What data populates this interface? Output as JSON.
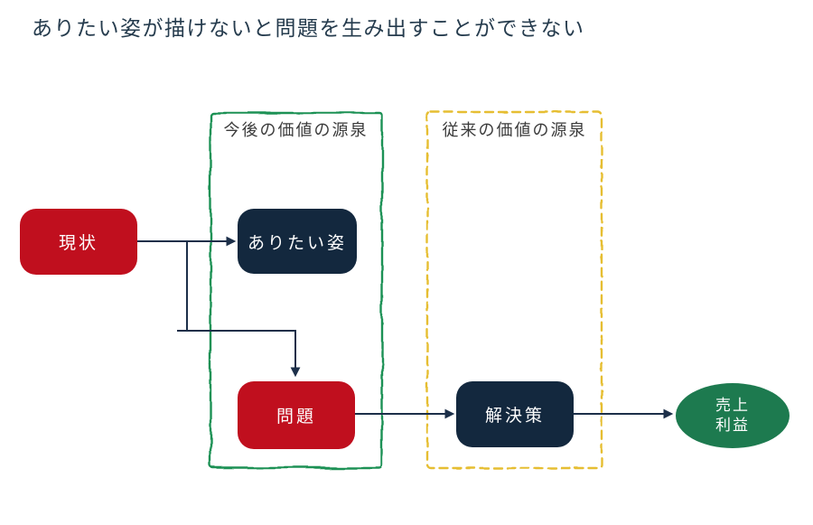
{
  "title": "ありたい姿が描けないと問題を生み出すことができない",
  "regions": {
    "future": {
      "label": "今後の価値の源泉",
      "border_color": "#1f9154",
      "border_style": "hand-drawn-solid"
    },
    "conventional": {
      "label": "従来の価値の源泉",
      "border_color": "#e6be33",
      "border_style": "dashed"
    }
  },
  "nodes": {
    "current_state": {
      "label": "現状",
      "fill": "#c00f1e",
      "shape": "rounded-rect"
    },
    "desired_state": {
      "label": "ありたい姿",
      "fill": "#13283e",
      "shape": "rounded-rect"
    },
    "problem": {
      "label": "問題",
      "fill": "#c00f1e",
      "shape": "rounded-rect"
    },
    "solution": {
      "label": "解決策",
      "fill": "#13283e",
      "shape": "rounded-rect"
    },
    "outcome": {
      "label_line1": "売上",
      "label_line2": "利益",
      "fill": "#1d7a4f",
      "shape": "ellipse"
    }
  },
  "edges": [
    {
      "from": "現状",
      "to": "ありたい姿"
    },
    {
      "from": "現状",
      "to": "問題"
    },
    {
      "from": "問題",
      "to": "解決策"
    },
    {
      "from": "解決策",
      "to": "売上利益"
    }
  ],
  "colors": {
    "arrow": "#1c2f49",
    "title_text": "#263c4e",
    "region_label_text": "#3b3b3b",
    "node_text": "#ffffff",
    "background": "#ffffff"
  }
}
